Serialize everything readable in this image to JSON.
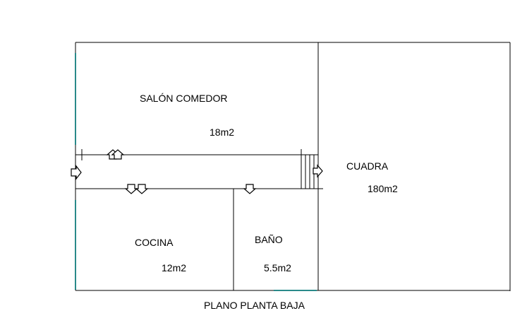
{
  "plan": {
    "title": "PLANO PLANTA BAJA",
    "colors": {
      "wall": "#000000",
      "opening": "#2a8a8a",
      "background": "#ffffff"
    },
    "rooms": {
      "salon": {
        "name": "SALÓN COMEDOR",
        "area": "18m2"
      },
      "cuadra": {
        "name": "CUADRA",
        "area": "180m2"
      },
      "cocina": {
        "name": "COCINA",
        "area": "12m2"
      },
      "bano": {
        "name": "BAÑO",
        "area": "5.5m2"
      }
    }
  }
}
